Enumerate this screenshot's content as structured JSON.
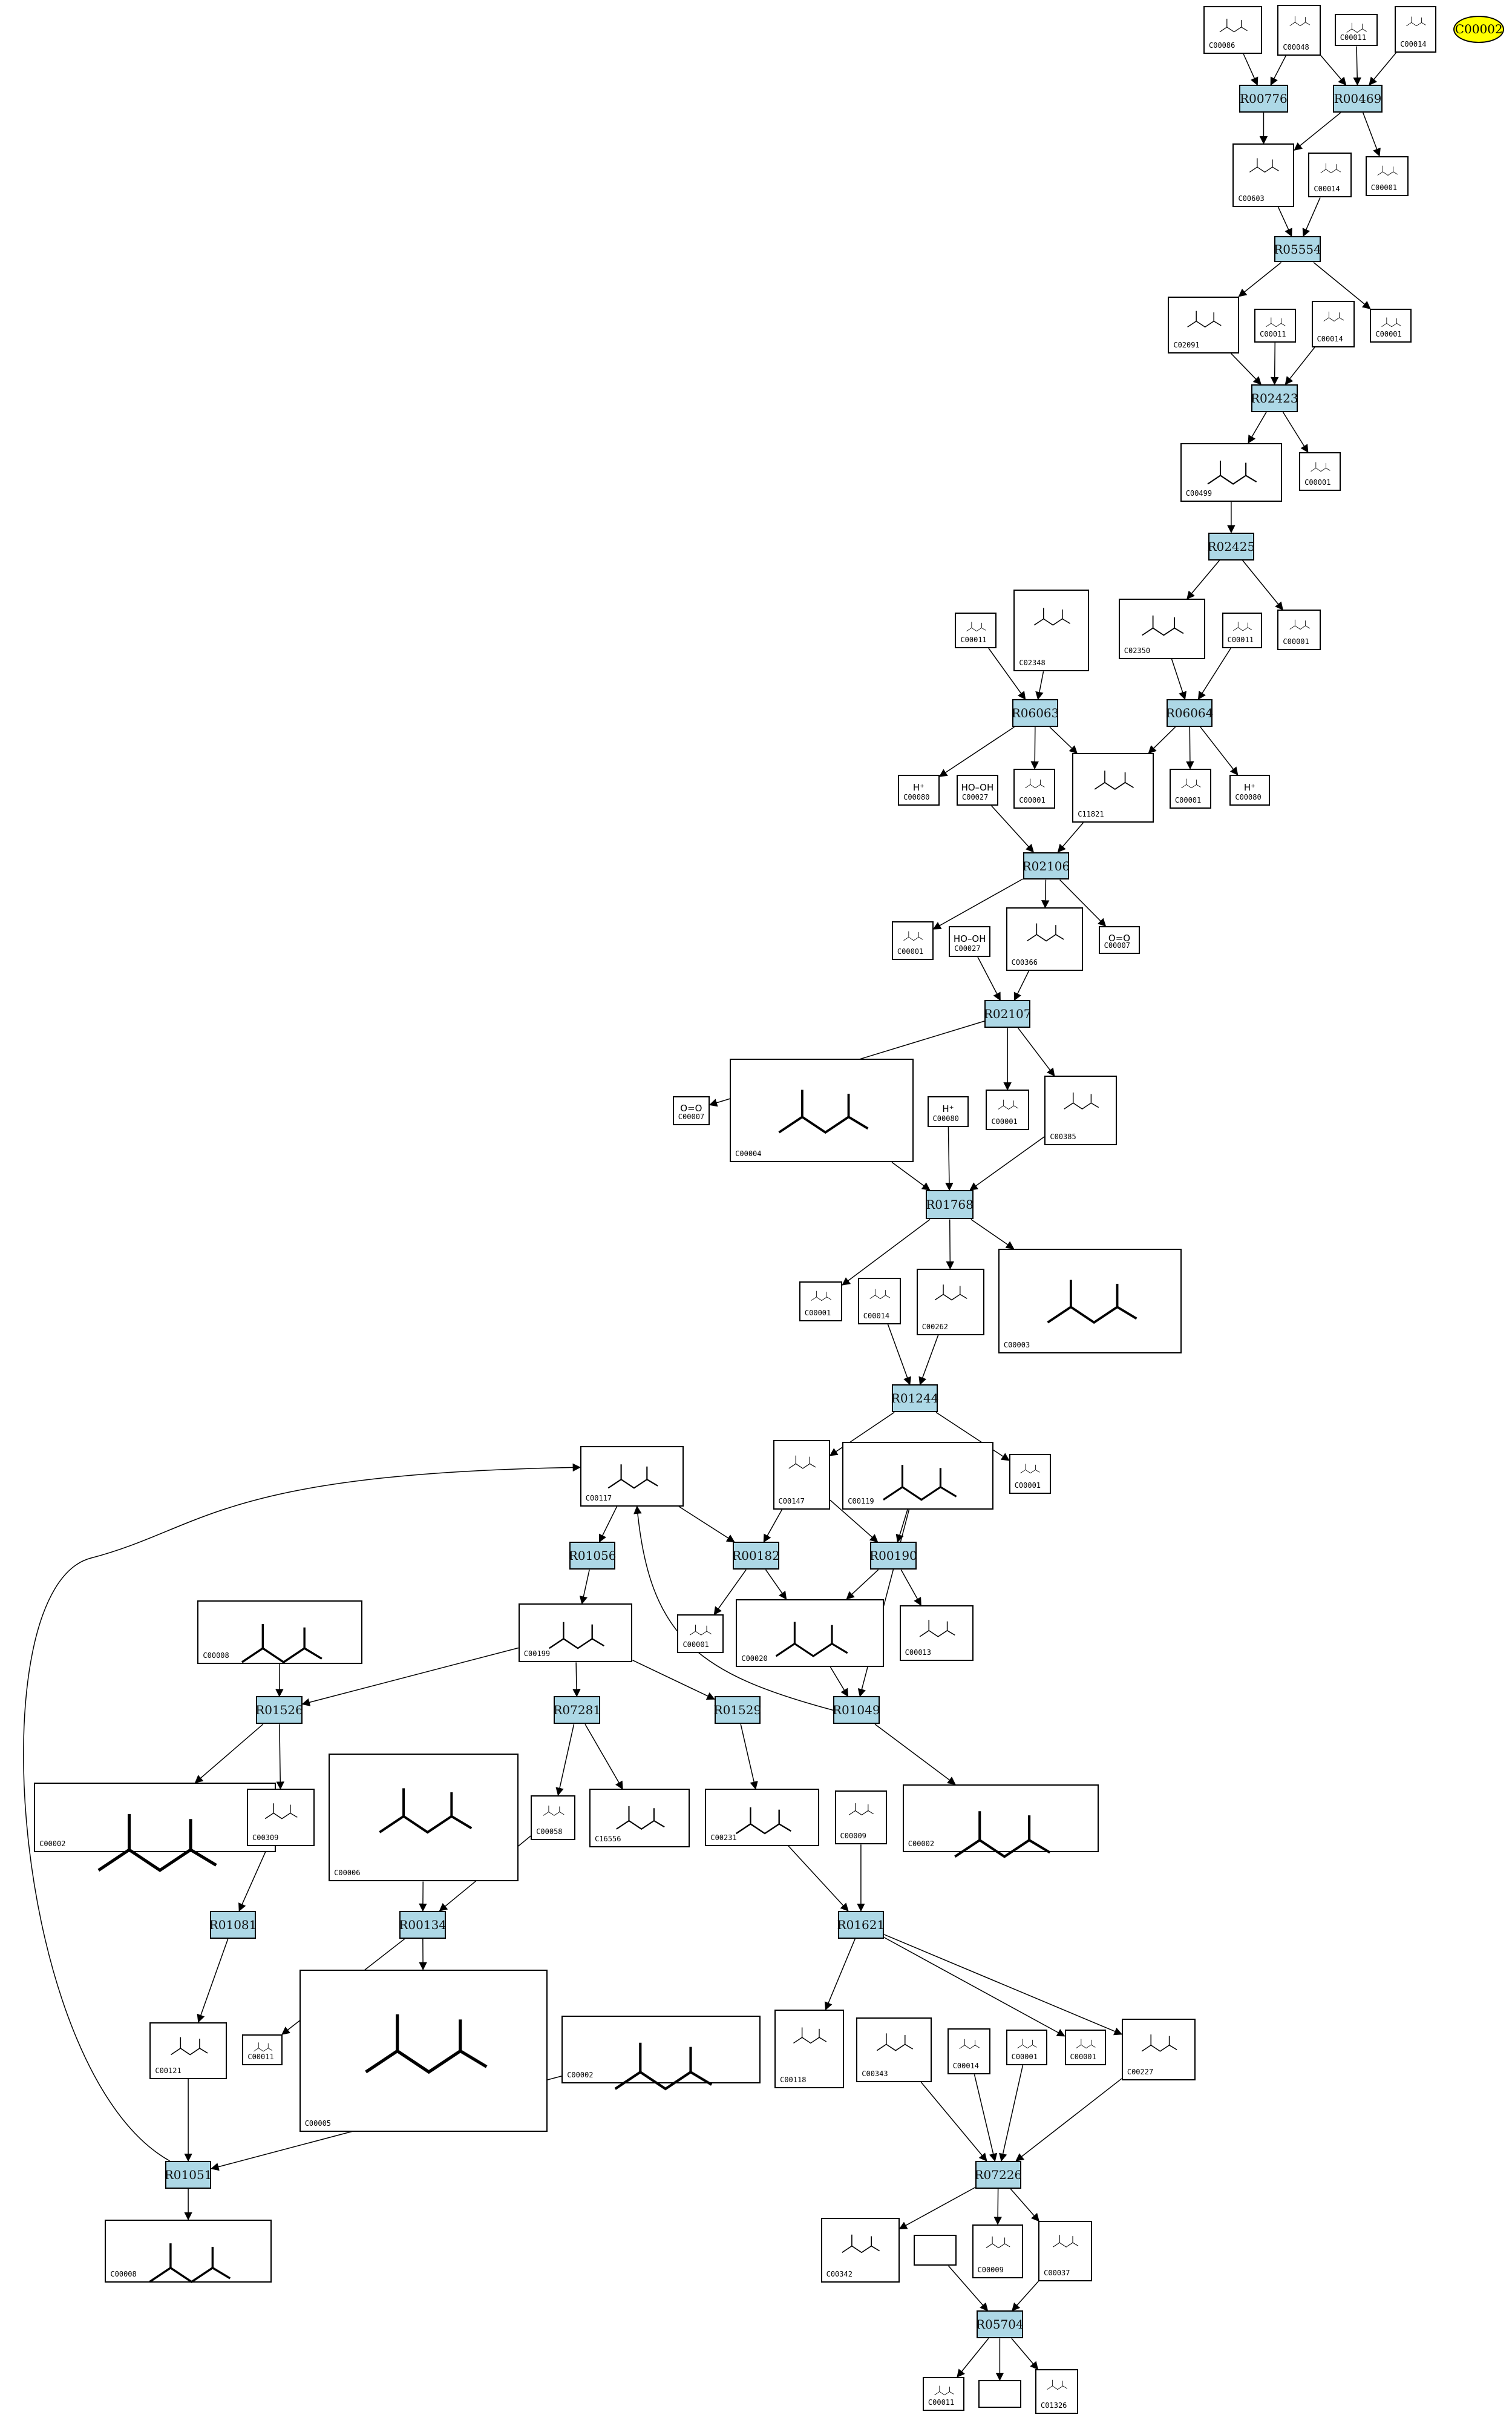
{
  "target": {
    "label": "C00002",
    "color": "#ffff00"
  },
  "reaction_color": "#add8e6",
  "reactions": {
    "R00776": "R00776",
    "R00469": "R00469",
    "R05554": "R05554",
    "R02423": "R02423",
    "R02425": "R02425",
    "R06063": "R06063",
    "R06064": "R06064",
    "R02106": "R02106",
    "R02107": "R02107",
    "R01768": "R01768",
    "R01244": "R01244",
    "R01056": "R01056",
    "R00182": "R00182",
    "R00190": "R00190",
    "R01526": "R01526",
    "R07281": "R07281",
    "R01529": "R01529",
    "R01049": "R01049",
    "R01081": "R01081",
    "R00134": "R00134",
    "R01621": "R01621",
    "R01051": "R01051",
    "R07226": "R07226",
    "R05704": "R05704"
  },
  "compounds": {
    "c1": {
      "id": "C00086"
    },
    "c2": {
      "id": "C00048"
    },
    "c3": {
      "id": "C00011"
    },
    "c4": {
      "id": "C00014"
    },
    "c5": {
      "id": "C00603"
    },
    "c6": {
      "id": "C00014"
    },
    "c7": {
      "id": "C00001"
    },
    "c8": {
      "id": "C02091"
    },
    "c9": {
      "id": "C00011"
    },
    "c10": {
      "id": "C00014"
    },
    "c11": {
      "id": "C00001"
    },
    "c12": {
      "id": "C00499"
    },
    "c13": {
      "id": "C00001"
    },
    "c14": {
      "id": "C02350"
    },
    "c15": {
      "id": "C00011"
    },
    "c16": {
      "id": "C00001"
    },
    "c17": {
      "id": "C00011"
    },
    "c18": {
      "id": "C02348"
    },
    "c19": {
      "id": "C00080",
      "formula": "H⁺"
    },
    "c20": {
      "id": "C00027",
      "formula": "HO–OH"
    },
    "c21": {
      "id": "C00001"
    },
    "c22": {
      "id": "C11821"
    },
    "c23": {
      "id": "C00001"
    },
    "c24": {
      "id": "C00080",
      "formula": "H⁺"
    },
    "c25": {
      "id": "C00001"
    },
    "c26": {
      "id": "C00027",
      "formula": "HO–OH"
    },
    "c27": {
      "id": "C00366"
    },
    "c28": {
      "id": "C00007",
      "formula": "O=O"
    },
    "c29": {
      "id": "C00007",
      "formula": "O=O"
    },
    "c30": {
      "id": "C00004"
    },
    "c31": {
      "id": "C00080",
      "formula": "H⁺"
    },
    "c32": {
      "id": "C00001"
    },
    "c33": {
      "id": "C00385"
    },
    "c34": {
      "id": "C00001"
    },
    "c35": {
      "id": "C00014"
    },
    "c36": {
      "id": "C00262"
    },
    "c37": {
      "id": "C00003"
    },
    "c38": {
      "id": "C00117"
    },
    "c39": {
      "id": "C00147"
    },
    "c40": {
      "id": "C00119"
    },
    "c41": {
      "id": "C00001"
    },
    "c42": {
      "id": "C00008"
    },
    "c43": {
      "id": "C00199"
    },
    "c44": {
      "id": "C00001"
    },
    "c45": {
      "id": "C00020"
    },
    "c46": {
      "id": "C00013"
    },
    "c47": {
      "id": "C00002"
    },
    "c48": {
      "id": "C00309"
    },
    "c49": {
      "id": "C00006"
    },
    "c50": {
      "id": "C00058"
    },
    "c51": {
      "id": "C16556"
    },
    "c52": {
      "id": "C00231"
    },
    "c53": {
      "id": "C00009"
    },
    "c54": {
      "id": "C00002"
    },
    "c55": {
      "id": "C00121"
    },
    "c56": {
      "id": "C00011"
    },
    "c57": {
      "id": "C00005"
    },
    "c58": {
      "id": "C00002"
    },
    "c59": {
      "id": "C00118"
    },
    "c60": {
      "id": "C00343"
    },
    "c61": {
      "id": "C00014"
    },
    "c62": {
      "id": "C00001"
    },
    "c63": {
      "id": "C00001"
    },
    "c64": {
      "id": "C00227"
    },
    "c65": {
      "id": "C00008"
    },
    "c66": {
      "id": "C00342"
    },
    "c67": {
      "id": ""
    },
    "c68": {
      "id": "C00009"
    },
    "c69": {
      "id": "C00037"
    },
    "c70": {
      "id": "C00011"
    },
    "c71": {
      "id": ""
    },
    "c72": {
      "id": "C01326"
    }
  },
  "edges": [
    [
      "c1",
      "R00776"
    ],
    [
      "c2",
      "R00776"
    ],
    [
      "c2",
      "R00469"
    ],
    [
      "c3",
      "R00469"
    ],
    [
      "c4",
      "R00469"
    ],
    [
      "R00776",
      "c5"
    ],
    [
      "R00469",
      "c5"
    ],
    [
      "R00469",
      "c7"
    ],
    [
      "c5",
      "R05554"
    ],
    [
      "c6",
      "R05554"
    ],
    [
      "R05554",
      "c8"
    ],
    [
      "R05554",
      "c11"
    ],
    [
      "c8",
      "R02423"
    ],
    [
      "c9",
      "R02423"
    ],
    [
      "c10",
      "R02423"
    ],
    [
      "R02423",
      "c12"
    ],
    [
      "R02423",
      "c13"
    ],
    [
      "c12",
      "R02425"
    ],
    [
      "R02425",
      "c14"
    ],
    [
      "R02425",
      "c16"
    ],
    [
      "c17",
      "R06063"
    ],
    [
      "c18",
      "R06063"
    ],
    [
      "c14",
      "R06064"
    ],
    [
      "c15",
      "R06064"
    ],
    [
      "R06063",
      "c19"
    ],
    [
      "R06063",
      "c21"
    ],
    [
      "R06063",
      "c22"
    ],
    [
      "R06064",
      "c22"
    ],
    [
      "R06064",
      "c23"
    ],
    [
      "R06064",
      "c24"
    ],
    [
      "c22",
      "R02106"
    ],
    [
      "c20",
      "R02106"
    ],
    [
      "R02106",
      "c25"
    ],
    [
      "R02106",
      "c27"
    ],
    [
      "R02106",
      "c28"
    ],
    [
      "c26",
      "R02107"
    ],
    [
      "c27",
      "R02107"
    ],
    [
      "R02107",
      "c29"
    ],
    [
      "R02107",
      "c32"
    ],
    [
      "R02107",
      "c33"
    ],
    [
      "c30",
      "R01768"
    ],
    [
      "c31",
      "R01768"
    ],
    [
      "c33",
      "R01768"
    ],
    [
      "R01768",
      "c34"
    ],
    [
      "R01768",
      "c36"
    ],
    [
      "R01768",
      "c37"
    ],
    [
      "c35",
      "R01244"
    ],
    [
      "c36",
      "R01244"
    ],
    [
      "R01244",
      "c39"
    ],
    [
      "R01244",
      "c41"
    ],
    [
      "c38",
      "R01056"
    ],
    [
      "c38",
      "R00182"
    ],
    [
      "c39",
      "R00182"
    ],
    [
      "c39",
      "R00190"
    ],
    [
      "c40",
      "R00190"
    ],
    [
      "c40",
      "R01049"
    ],
    [
      "R01056",
      "c43"
    ],
    [
      "R00182",
      "c44"
    ],
    [
      "R00182",
      "c45"
    ],
    [
      "R00190",
      "c45"
    ],
    [
      "R00190",
      "c46"
    ],
    [
      "R01049",
      "c38"
    ],
    [
      "c45",
      "R01049"
    ],
    [
      "c43",
      "R01526"
    ],
    [
      "c43",
      "R07281"
    ],
    [
      "c43",
      "R01529"
    ],
    [
      "c42",
      "R01526"
    ],
    [
      "R01526",
      "c47"
    ],
    [
      "R01526",
      "c48"
    ],
    [
      "R07281",
      "c50"
    ],
    [
      "R07281",
      "c51"
    ],
    [
      "R01529",
      "c52"
    ],
    [
      "R01049",
      "c54"
    ],
    [
      "c48",
      "R01081"
    ],
    [
      "c49",
      "R00134"
    ],
    [
      "c50",
      "R00134"
    ],
    [
      "c52",
      "R01621"
    ],
    [
      "c53",
      "R01621"
    ],
    [
      "R01081",
      "c55"
    ],
    [
      "R00134",
      "c56"
    ],
    [
      "R00134",
      "c57"
    ],
    [
      "R01621",
      "c59"
    ],
    [
      "R01621",
      "c63"
    ],
    [
      "R01621",
      "c64"
    ],
    [
      "c55",
      "R01051"
    ],
    [
      "c58",
      "R01051"
    ],
    [
      "R01051",
      "c38"
    ],
    [
      "R01051",
      "c65"
    ],
    [
      "c60",
      "R07226"
    ],
    [
      "c61",
      "R07226"
    ],
    [
      "c62",
      "R07226"
    ],
    [
      "c64",
      "R07226"
    ],
    [
      "R07226",
      "c66"
    ],
    [
      "R07226",
      "c68"
    ],
    [
      "R07226",
      "c69"
    ],
    [
      "c67",
      "R05704"
    ],
    [
      "c69",
      "R05704"
    ],
    [
      "R05704",
      "c70"
    ],
    [
      "R05704",
      "c71"
    ],
    [
      "R05704",
      "c72"
    ]
  ]
}
